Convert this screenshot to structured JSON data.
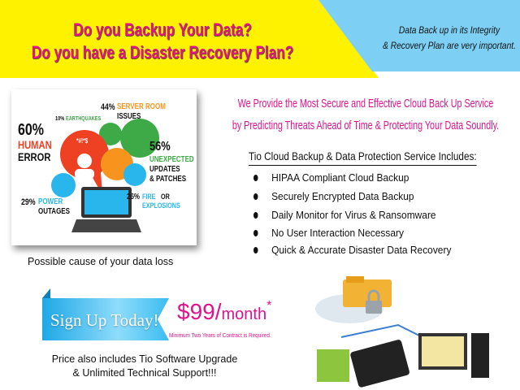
{
  "header": {
    "title_line1": "Do you Backup Your Data?",
    "title_line2": "Do you have a Disaster Recovery Plan?",
    "tagline_line1": "Data Back up in its Integrity",
    "tagline_line2": "& Recovery Plan are very important."
  },
  "infographic": {
    "stats": [
      {
        "percent": "60%",
        "label1": "HUMAN",
        "label2": "ERROR"
      },
      {
        "percent": "10%",
        "label1": "EARTHQUAKES"
      },
      {
        "percent": "44%",
        "label1": "SERVER ROOM",
        "label2": "ISSUES"
      },
      {
        "percent": "56%",
        "label1": "UNEXPECTED",
        "label2": "UPDATES",
        "label3": "& PATCHES"
      },
      {
        "percent": "29%",
        "label1": "POWER",
        "label2": "OUTAGES"
      },
      {
        "percent": "26%",
        "label1": "FIRE",
        "label1b": "OR",
        "label2": "EXPLOSIONS"
      }
    ],
    "bubble_text": "*#!*$",
    "caption": "Possible cause of your data loss"
  },
  "service": {
    "headline_line1": "We Provide the Most Secure and Effective Cloud Back Up Service",
    "headline_line2": "by Predicting Threats Ahead of Time &  Protecting Your Data Soundly.",
    "includes_title": "Tio Cloud Backup & Data Protection Service Includes:",
    "items": [
      "HIPAA Compliant Cloud Backup",
      "Securely Encrypted Data Backup",
      "Daily Monitor for Virus & Ransomware",
      "No User Interaction Necessary",
      "Quick & Accurate Disaster Data Recovery"
    ]
  },
  "offer": {
    "signup_label": "Sign Up Today!",
    "price": "$99/",
    "period": "month",
    "asterisk": "*",
    "requirement": "Minimum Two Years of Contract is Required.",
    "note_line1": "Price also includes Tio Software Upgrade",
    "note_line2": "& Unlimited Technical Support!!!"
  },
  "colors": {
    "yellow": "#fff200",
    "blue": "#7dd0f4",
    "pink": "#e0138c",
    "ribbon": "#29b6ec"
  }
}
